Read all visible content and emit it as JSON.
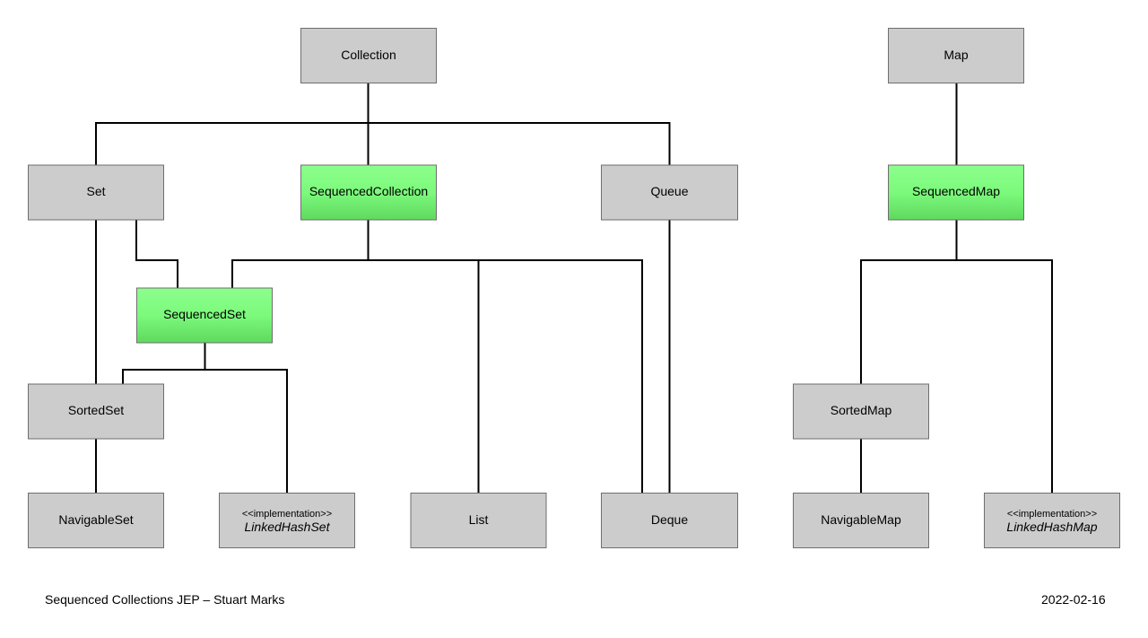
{
  "nodes": {
    "collection": {
      "label": "Collection",
      "highlight": false
    },
    "map": {
      "label": "Map",
      "highlight": false
    },
    "set": {
      "label": "Set",
      "highlight": false
    },
    "sequencedCollection": {
      "label": "SequencedCollection",
      "highlight": true
    },
    "queue": {
      "label": "Queue",
      "highlight": false
    },
    "sequencedMap": {
      "label": "SequencedMap",
      "highlight": true
    },
    "sequencedSet": {
      "label": "SequencedSet",
      "highlight": true
    },
    "sortedSet": {
      "label": "SortedSet",
      "highlight": false
    },
    "sortedMap": {
      "label": "SortedMap",
      "highlight": false
    },
    "navigableSet": {
      "label": "NavigableSet",
      "highlight": false
    },
    "linkedHashSet": {
      "stereotype": "<<implementation>>",
      "label": "LinkedHashSet",
      "highlight": false
    },
    "list": {
      "label": "List",
      "highlight": false
    },
    "deque": {
      "label": "Deque",
      "highlight": false
    },
    "navigableMap": {
      "label": "NavigableMap",
      "highlight": false
    },
    "linkedHashMap": {
      "stereotype": "<<implementation>>",
      "label": "LinkedHashMap",
      "highlight": false
    }
  },
  "footer": {
    "left": "Sequenced Collections JEP – Stuart Marks",
    "right": "2022-02-16"
  },
  "colors": {
    "box_fill": "#cccccc",
    "highlight_fill": "#88ff88",
    "edge": "#000000"
  }
}
